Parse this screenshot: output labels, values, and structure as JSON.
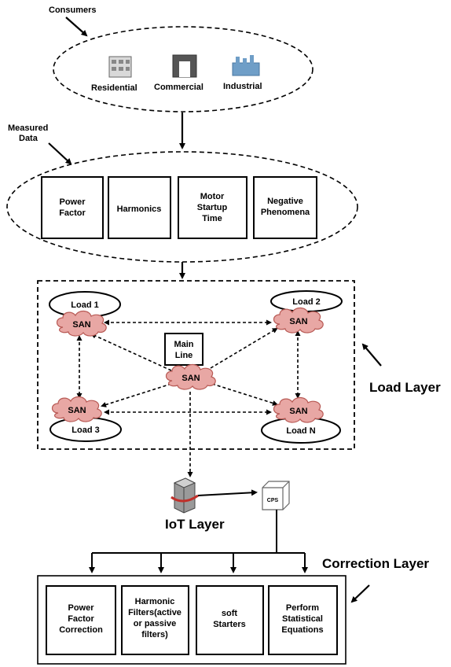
{
  "consumers": {
    "label": "Consumers",
    "items": [
      "Residential",
      "Commercial",
      "Industrial"
    ]
  },
  "measured_data": {
    "label_lines": [
      "Measured",
      "Data"
    ],
    "boxes": [
      [
        "Power",
        "Factor"
      ],
      [
        "Harmonics"
      ],
      [
        "Motor",
        "Startup",
        "Time"
      ],
      [
        "Negative",
        "Phenomena"
      ]
    ]
  },
  "load_layer": {
    "label": "Load Layer",
    "loads": [
      "Load 1",
      "Load 2",
      "Load 3",
      "Load N"
    ],
    "node_label": "SAN",
    "main_line": [
      "Main",
      "Line"
    ]
  },
  "iot_layer": {
    "label": "IoT Layer",
    "cps_label": "CPS"
  },
  "correction_layer": {
    "label": "Correction Layer",
    "boxes": [
      [
        "Power",
        "Factor",
        "Correction"
      ],
      [
        "Harmonic",
        "Filters(active",
        "or passive",
        "filters)"
      ],
      [
        "soft",
        "Starters"
      ],
      [
        "Perform",
        "Statistical",
        "Equations"
      ]
    ]
  },
  "colors": {
    "san_fill": "#e8a7a4",
    "san_stroke": "#b85a55",
    "server_red": "#c0302a",
    "industrial_blue": "#6f9ec7"
  }
}
